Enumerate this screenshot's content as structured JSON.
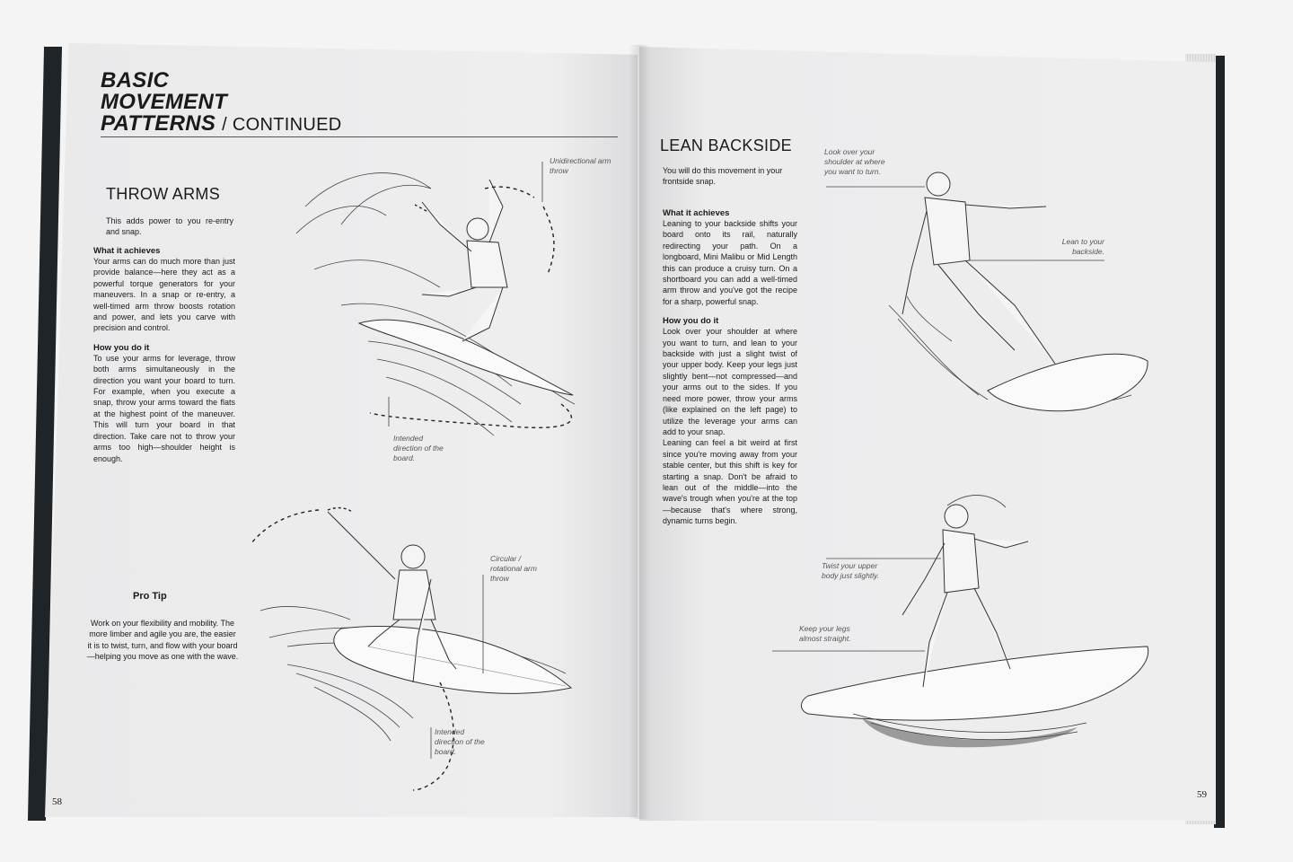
{
  "left_page": {
    "title_line1": "BASIC",
    "title_line2": "MOVEMENT",
    "title_line3": "PATTERNS",
    "title_suffix": "/ CONTINUED",
    "section_heading": "THROW ARMS",
    "intro": "This adds power to you re-entry and snap.",
    "what_heading": "What it achieves",
    "what_text": "Your arms can do much more than just provide balance—here they act as a powerful torque generators for your maneuvers. In a snap or re-entry, a well-timed arm throw boosts rotation and power, and lets you carve with precision and control.",
    "how_heading": "How you do it",
    "how_text": "To use your arms for leverage, throw both arms simultaneously in the direction you want your board to turn. For example, when you execute a snap, throw your arms toward the flats at the highest point of the maneuver. This will turn your board in that direction. Take care not to throw your arms too high—shoulder height is enough.",
    "pro_tip_heading": "Pro Tip",
    "pro_tip_text": "Work on your flexibility and mobility. The more limber and agile you are, the easier it is to twist, turn, and flow with your board—helping you move as one with the wave.",
    "callout_unidirectional": "Unidirectional arm throw",
    "callout_intended_1": "Intended direction of the board.",
    "callout_circular": "Circular / rotational arm throw",
    "callout_intended_2": "Intended direction of the board.",
    "page_number": "58"
  },
  "right_page": {
    "section_heading": "LEAN BACKSIDE",
    "intro": "You will do this movement in your frontside snap.",
    "what_heading": "What it achieves",
    "what_text": "Leaning to your backside shifts your board onto its rail, naturally redirecting your path. On a longboard, Mini Malibu or Mid Length this can produce a cruisy turn. On a shortboard you can add a well-timed arm throw and you've got the recipe for a sharp, powerful snap.",
    "how_heading": "How you do it",
    "how_text_1": "Look over your shoulder at where you want to turn, and lean to your backside with just a slight twist of your upper body. Keep your legs just slightly bent—not compressed—and your arms out to the sides. If you need more power, throw your arms (like explained on the left page) to utilize the leverage your arms can add to your snap.",
    "how_text_2": "Leaning can feel a bit weird at first since you're moving away from your stable center, but this shift is key for starting a snap. Don't be afraid to lean out of the middle—into the wave's trough when you're at the top—because that's where strong, dynamic turns begin.",
    "callout_look": "Look over your shoulder at where you want to turn.",
    "callout_lean": "Lean to your backside.",
    "callout_twist": "Twist your upper body just slightly.",
    "callout_legs": "Keep your legs almost straight.",
    "page_number": "59"
  }
}
